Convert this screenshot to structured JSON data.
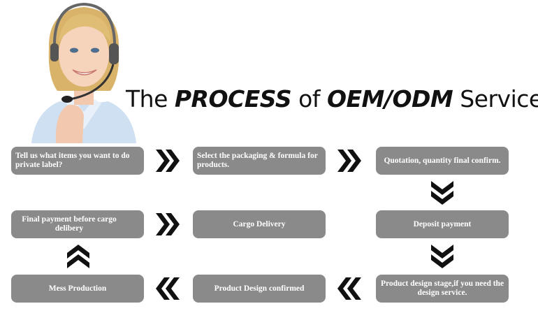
{
  "title": {
    "part1": "The ",
    "part2": "PROCESS",
    "part3": " of ",
    "part4": "OEM/ODM",
    "part5": " Service"
  },
  "steps": [
    "Tell us what items you want to do private label?",
    "Select the packaging & formula for products.",
    "Quotation, quantity final confirm.",
    "Deposit payment",
    "Product design stage,if you need the design service.",
    "Product Design confirmed",
    "Mess Production",
    "Final payment before cargo delibery",
    "Cargo Delivery"
  ],
  "colors": {
    "box": "#8a8a8a",
    "arrow": "#111111",
    "text": "#ffffff"
  },
  "icons": [
    "headset-agent-photo",
    "chevron-right-icon",
    "chevron-down-icon",
    "chevron-left-icon",
    "chevron-up-icon"
  ]
}
